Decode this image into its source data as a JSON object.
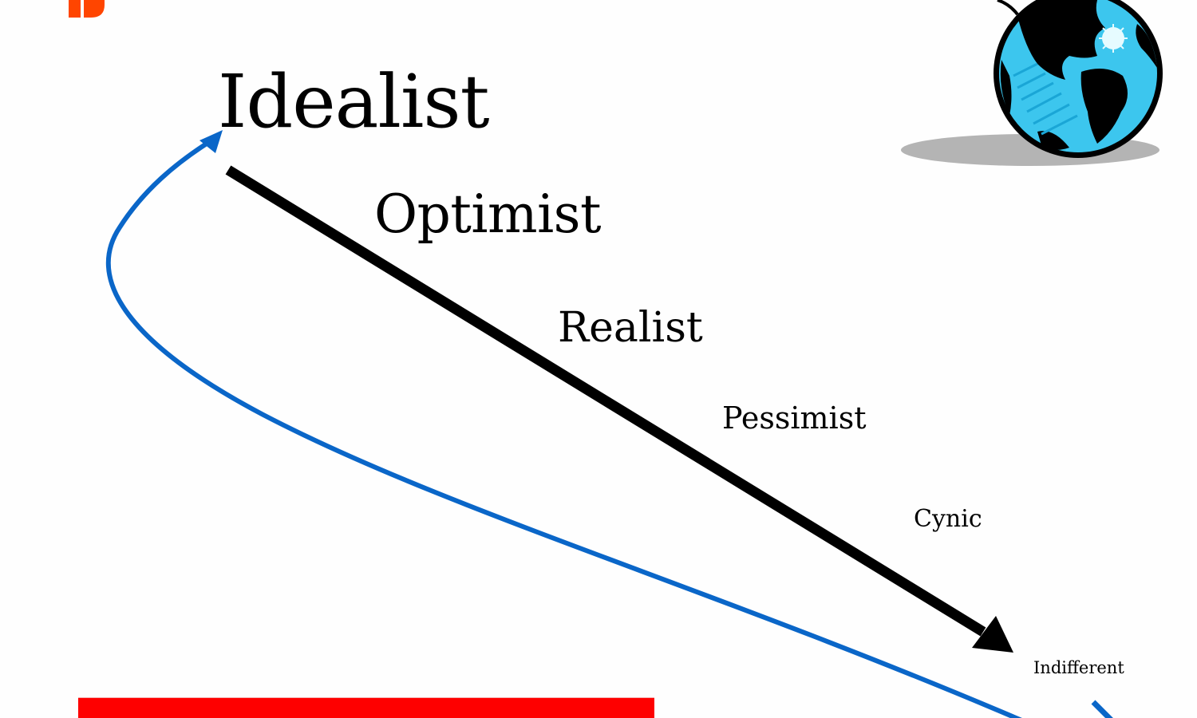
{
  "slide": {
    "labels": {
      "idealist": "Idealist",
      "optimist": "Optimist",
      "realist": "Realist",
      "pessimist": "Pessimist",
      "cynic": "Cynic",
      "indifferent": "Indifferent"
    },
    "banner": {
      "text": "",
      "color": "#fe0000"
    },
    "colors": {
      "descent_arrow": "#000000",
      "return_arrow": "#0a66c8",
      "logo": "#ff4500",
      "globe_water": "#3cc6ee",
      "globe_land": "#000000",
      "globe_shadow": "#b4b4b4"
    },
    "icons": {
      "logo": "orange-logo-fragment",
      "globe": "globe-clipart-icon",
      "descent_arrow": "arrow-down-right-icon",
      "return_arrow": "curved-arrow-up-icon"
    }
  }
}
